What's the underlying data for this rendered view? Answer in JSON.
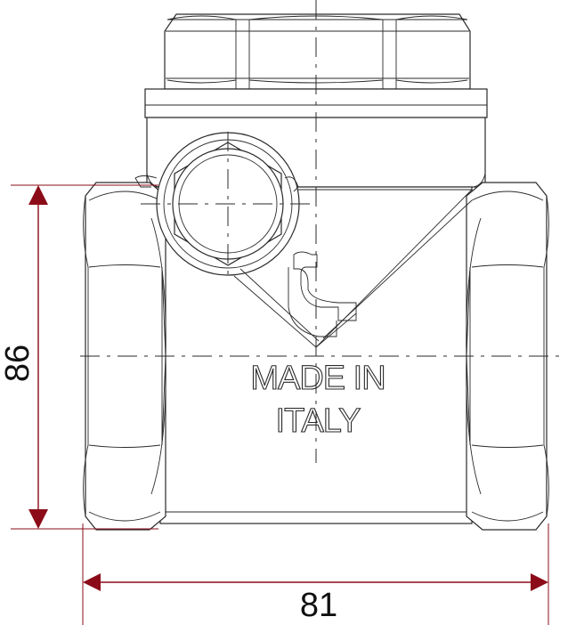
{
  "engraving": {
    "line1": "MADE IN",
    "line2": "ITALY"
  },
  "dimensions": {
    "height": "86",
    "width": "81"
  },
  "colors": {
    "dimension_lines": "#8b0c18",
    "outline": "#2a2a2a",
    "background": "#ffffff"
  }
}
